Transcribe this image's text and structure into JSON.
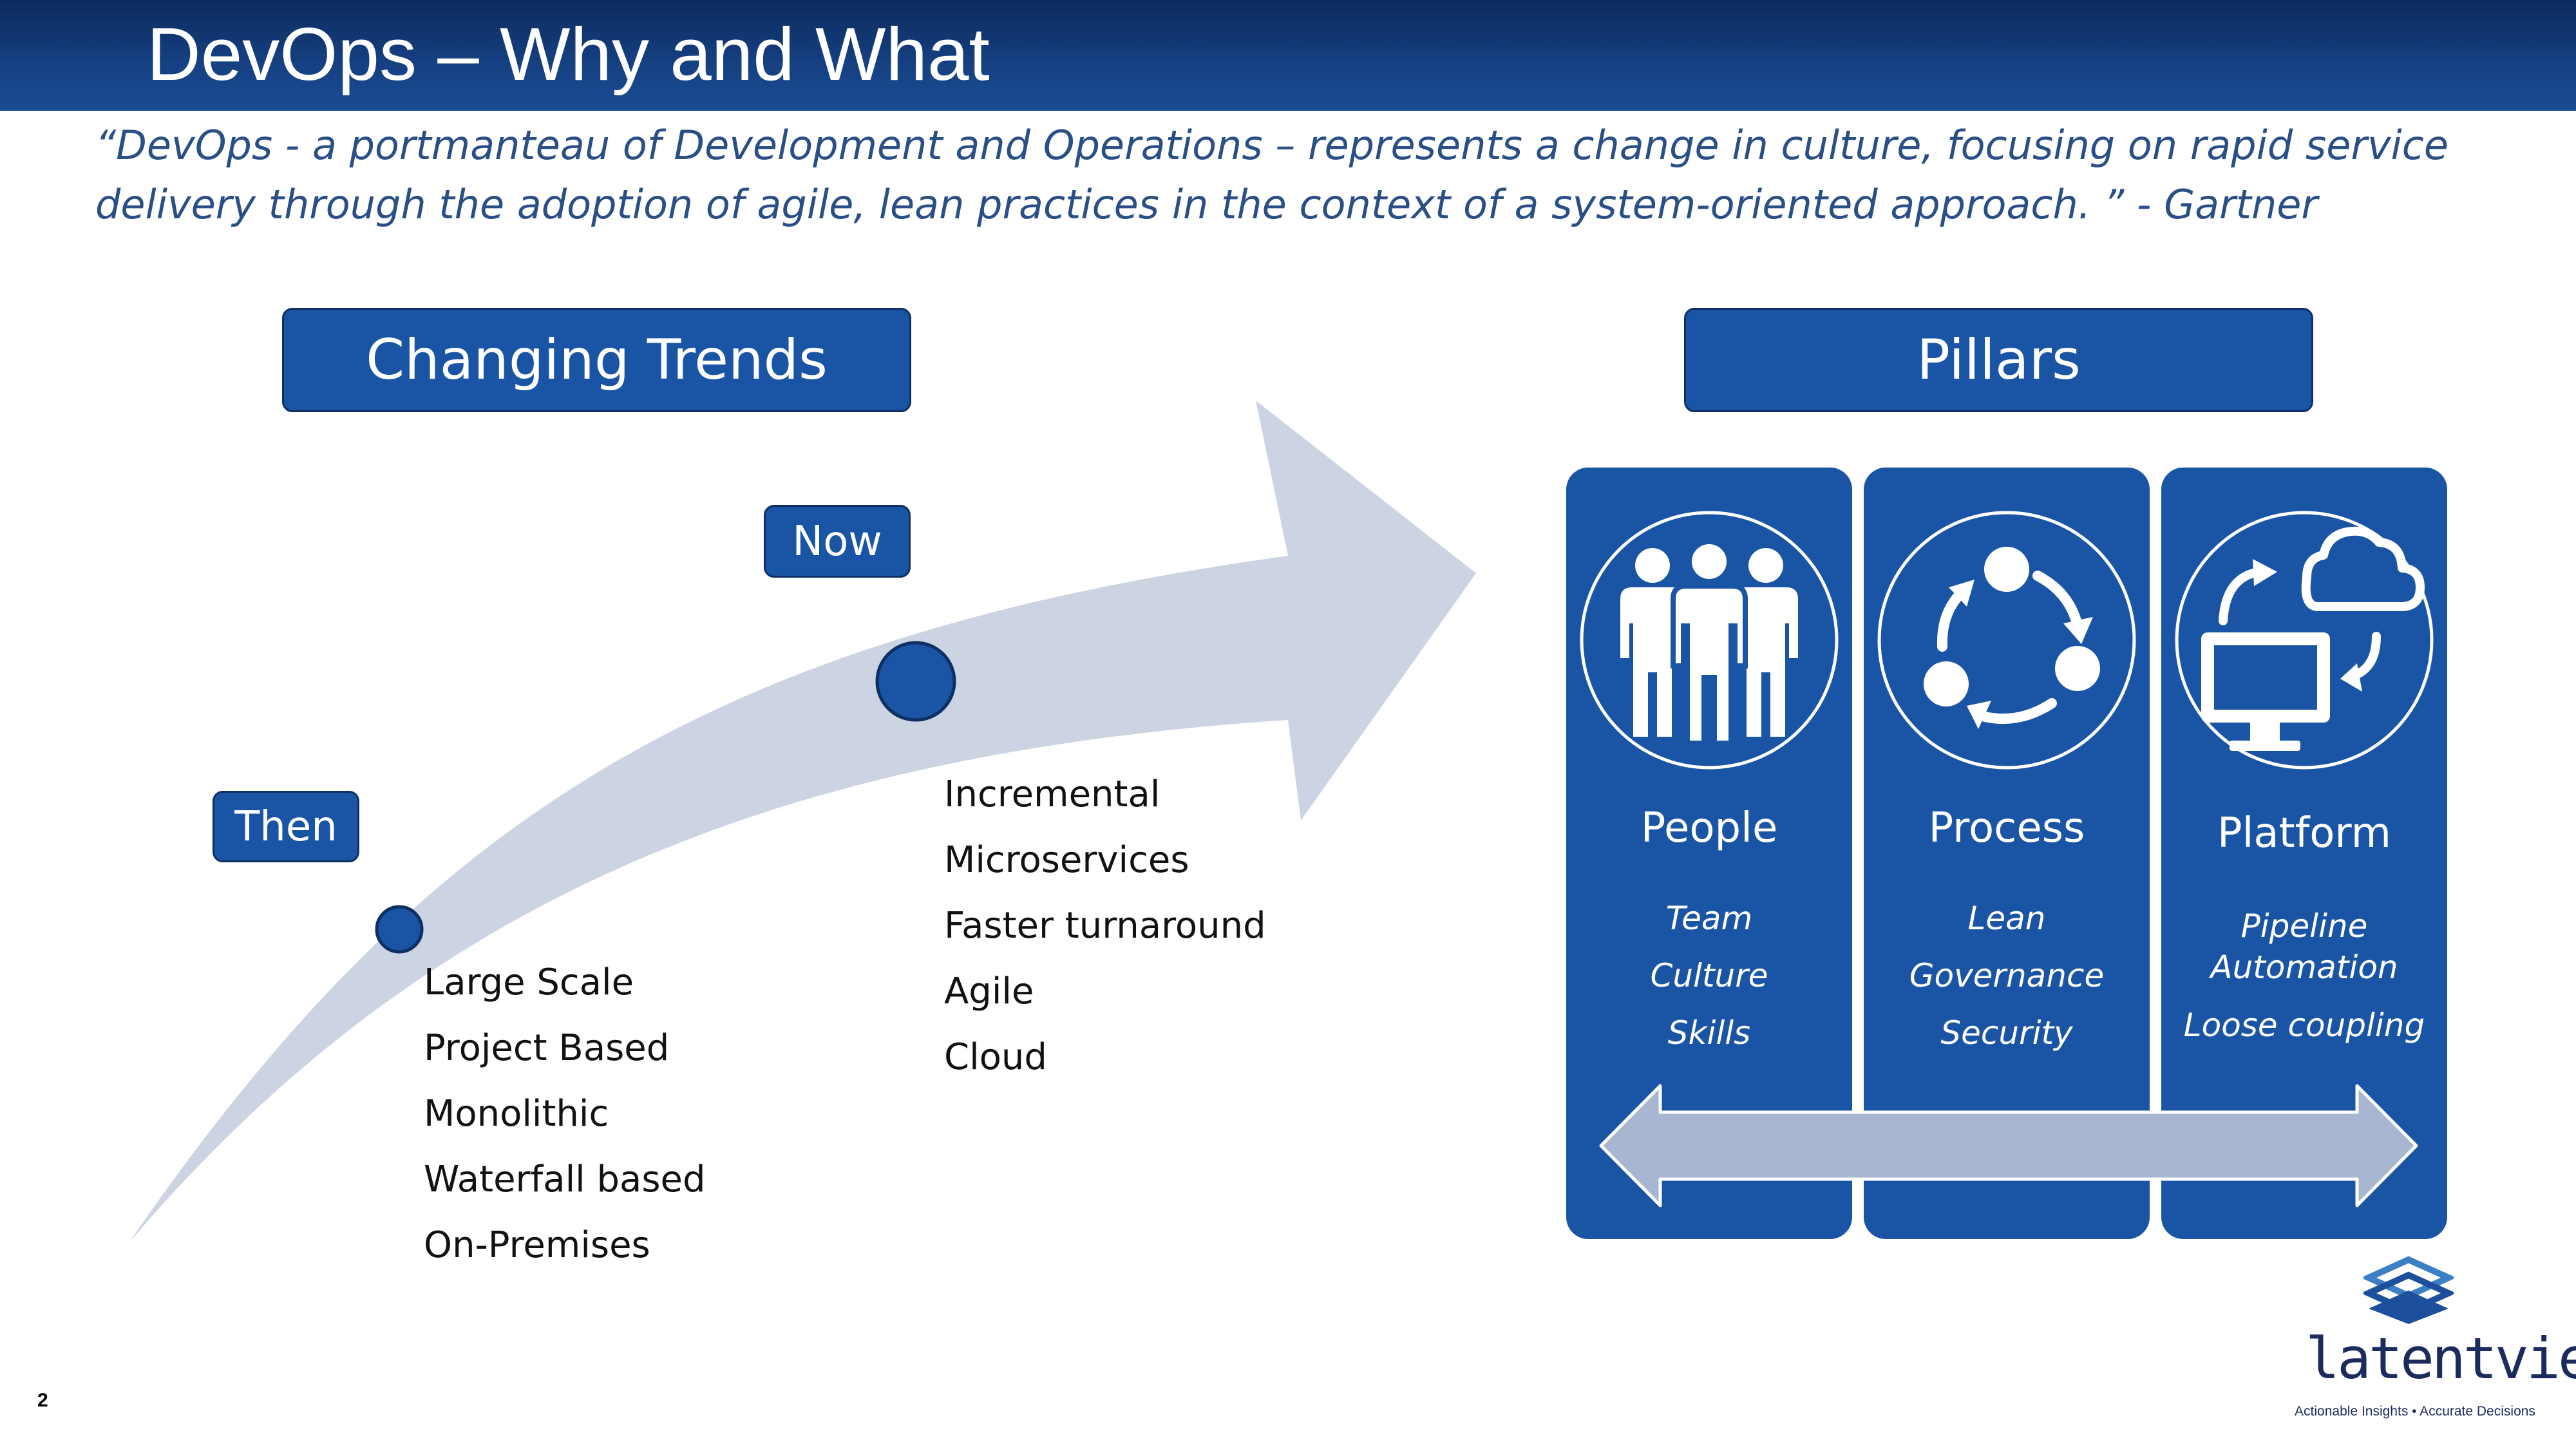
{
  "slide": {
    "title": "DevOps – Why and What",
    "quote_line1": "“DevOps - a portmanteau of  Development and Operations – represents a change in culture, focusing on rapid service",
    "quote_line2": "delivery through the adoption of agile, lean practices in the context of a system-oriented approach. ” - Gartner",
    "page_number": "2"
  },
  "trends": {
    "heading": "Changing Trends",
    "then_label": "Then",
    "now_label": "Now",
    "then_items": [
      "Large Scale",
      "Project Based",
      "Monolithic",
      "Waterfall based",
      "On-Premises"
    ],
    "now_items": [
      "Incremental",
      "Microservices",
      "Faster turnaround",
      "Agile",
      "Cloud"
    ]
  },
  "pillars": {
    "heading": "Pillars",
    "items": [
      {
        "name": "People",
        "icon": "people-icon",
        "lines": [
          "Team",
          "Culture",
          "Skills"
        ]
      },
      {
        "name": "Process",
        "icon": "cycle-process-icon",
        "lines": [
          "Lean",
          "Governance",
          "Security"
        ]
      },
      {
        "name": "Platform",
        "icon": "cloud-monitor-icon",
        "lines": [
          "Pipeline",
          "Automation",
          "Loose coupling"
        ]
      }
    ]
  },
  "logo": {
    "wordmark": "latentview",
    "tagline": "Actionable Insights • Accurate Decisions"
  },
  "colors": {
    "header": "#153f80",
    "accent": "#1a55a5",
    "arrow": "#ccd3e2",
    "quote_text": "#2a4f86"
  }
}
